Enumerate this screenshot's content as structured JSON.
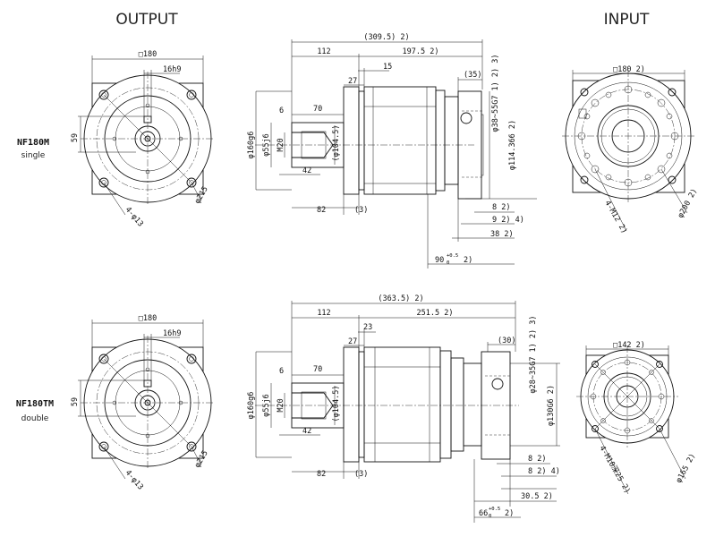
{
  "headers": {
    "output": "OUTPUT",
    "input": "INPUT"
  },
  "top": {
    "model": "NF180M",
    "variant": "single",
    "output_view": {
      "square": "□180",
      "key": "16h9",
      "height": "59",
      "holes": "4-φ13",
      "pcd": "φ215"
    },
    "side_view": {
      "total": "(309.5)  2)",
      "d112": "112",
      "d197": "197.5  2)",
      "d15": "15",
      "d35": "(35)",
      "d27": "27",
      "d6": "6",
      "d70": "70",
      "d42": "42",
      "d82": "82",
      "d3": "(3)",
      "phi160": "φ160g6",
      "phi55": "φ55j6",
      "m20": "M20",
      "phi1045": "(φ104.5)",
      "bore": "φ38~55G7  1) 2) 3)",
      "phi114": "φ114.366  2)",
      "d8": "8  2)",
      "d9": "9  2) 4)",
      "d38": "38  2)",
      "d90": "90",
      "d90tol": "+0.5",
      "d90tol0": "0",
      "d90note": "2)"
    },
    "input_view": {
      "square": "□180  2)",
      "holes": "4-M12  2)",
      "pcd": "φ200  2)"
    }
  },
  "bottom": {
    "model": "NF180TM",
    "variant": "double",
    "output_view": {
      "square": "□180",
      "key": "16h9",
      "height": "59",
      "holes": "4-φ13",
      "pcd": "φ215"
    },
    "side_view": {
      "total": "(363.5)  2)",
      "d112": "112",
      "d251": "251.5  2)",
      "d23": "23",
      "d30": "(30)",
      "d27": "27",
      "d6": "6",
      "d70": "70",
      "d42": "42",
      "d82": "82",
      "d3": "(3)",
      "phi160": "φ160g6",
      "phi55": "φ55j6",
      "m20": "M20",
      "phi1045": "(φ104.5)",
      "bore": "φ28~35G7  1) 2) 3)",
      "phi130": "φ130G6  2)",
      "d8": "8  2)",
      "d8b": "8  2) 4)",
      "d305": "30.5  2)",
      "d66": "66",
      "d66tol": "+0.5",
      "d66tol0": "0",
      "d66note": "2)"
    },
    "input_view": {
      "square": "□142  2)",
      "holes": "4-M10深25  2)",
      "pcd": "φ165  2)"
    }
  }
}
